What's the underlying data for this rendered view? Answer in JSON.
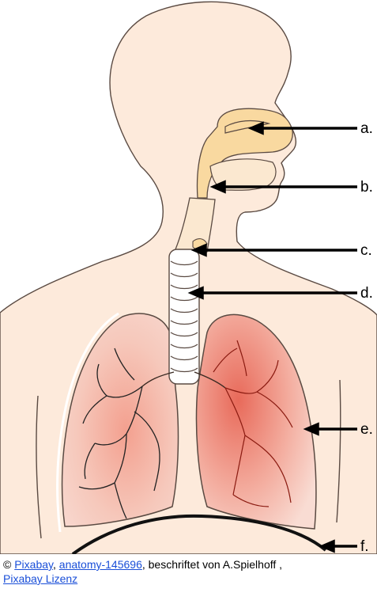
{
  "labels": {
    "a": "a.",
    "b": "b.",
    "c": "c.",
    "d": "d.",
    "e": "e.",
    "f": "f."
  },
  "credit": {
    "copyright": "©",
    "pixabay": "Pixabay",
    "sep1": ",",
    "anatomy": "anatomy-145696",
    "rest": ", beschriftet von A.Spielhoff ,",
    "license": "Pixabay Lizenz"
  },
  "colors": {
    "skin": "#fdeadb",
    "outline": "#5a4a42",
    "nasal": "#f9d9a0",
    "lung_light": "#f6cfc3",
    "lung_dark": "#e88070",
    "link": "#1a4fd8"
  }
}
